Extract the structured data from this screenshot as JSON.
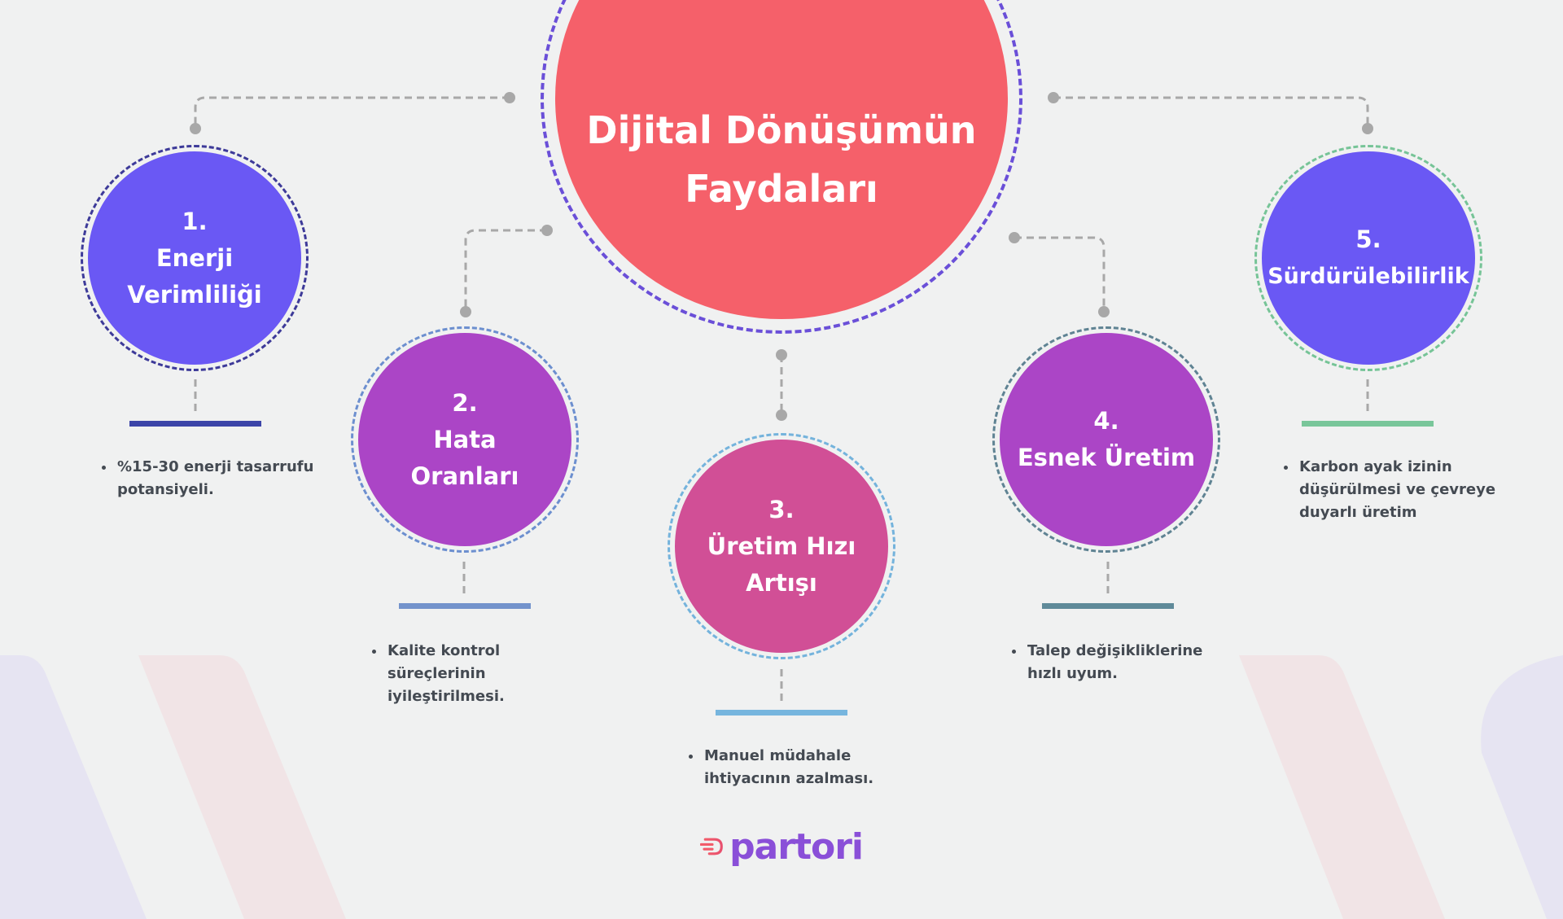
{
  "title_lines": [
    "Dijital Dönüşümün",
    "Faydaları"
  ],
  "nodes": [
    {
      "number": "1.",
      "lines": [
        "Enerji",
        "Verimliliği"
      ],
      "description": [
        "%15-30 enerji tasarrufu",
        "potansiyeli."
      ],
      "fill": "#6a58f4",
      "ring": "#3d3a99",
      "bar": "#3c45a8"
    },
    {
      "number": "2.",
      "lines": [
        "Hata",
        "Oranları"
      ],
      "description": [
        "Kalite kontrol",
        "süreçlerinin",
        "iyileştirilmesi."
      ],
      "fill": "#ab45c6",
      "ring": "#6c8fcf",
      "bar": "#7393cc"
    },
    {
      "number": "3.",
      "lines": [
        "Üretim Hızı",
        "Artışı"
      ],
      "description": [
        "Manuel müdahale",
        "ihtiyacının azalması."
      ],
      "fill": "#d14f96",
      "ring": "#74b3dc",
      "bar": "#76b5de"
    },
    {
      "number": "4.",
      "lines": [
        "Esnek Üretim"
      ],
      "description": [
        "Talep değişikliklerine",
        "hızlı uyum."
      ],
      "fill": "#ab45c6",
      "ring": "#5f8393",
      "bar": "#5f8a99"
    },
    {
      "number": "5.",
      "lines": [
        "Sürdürülebilirlik"
      ],
      "description": [
        "Karbon ayak izinin",
        "düşürülmesi ve çevreye",
        "duyarlı üretim"
      ],
      "fill": "#6a58f4",
      "ring": "#76c497",
      "bar": "#79c69a"
    }
  ],
  "logo": {
    "text": "partori",
    "icon": "partori-logo-icon"
  },
  "colors": {
    "background": "#f0f1f1",
    "center": "#f5606a",
    "text_dark": "#444a52",
    "connector": "#a8a8a8"
  }
}
